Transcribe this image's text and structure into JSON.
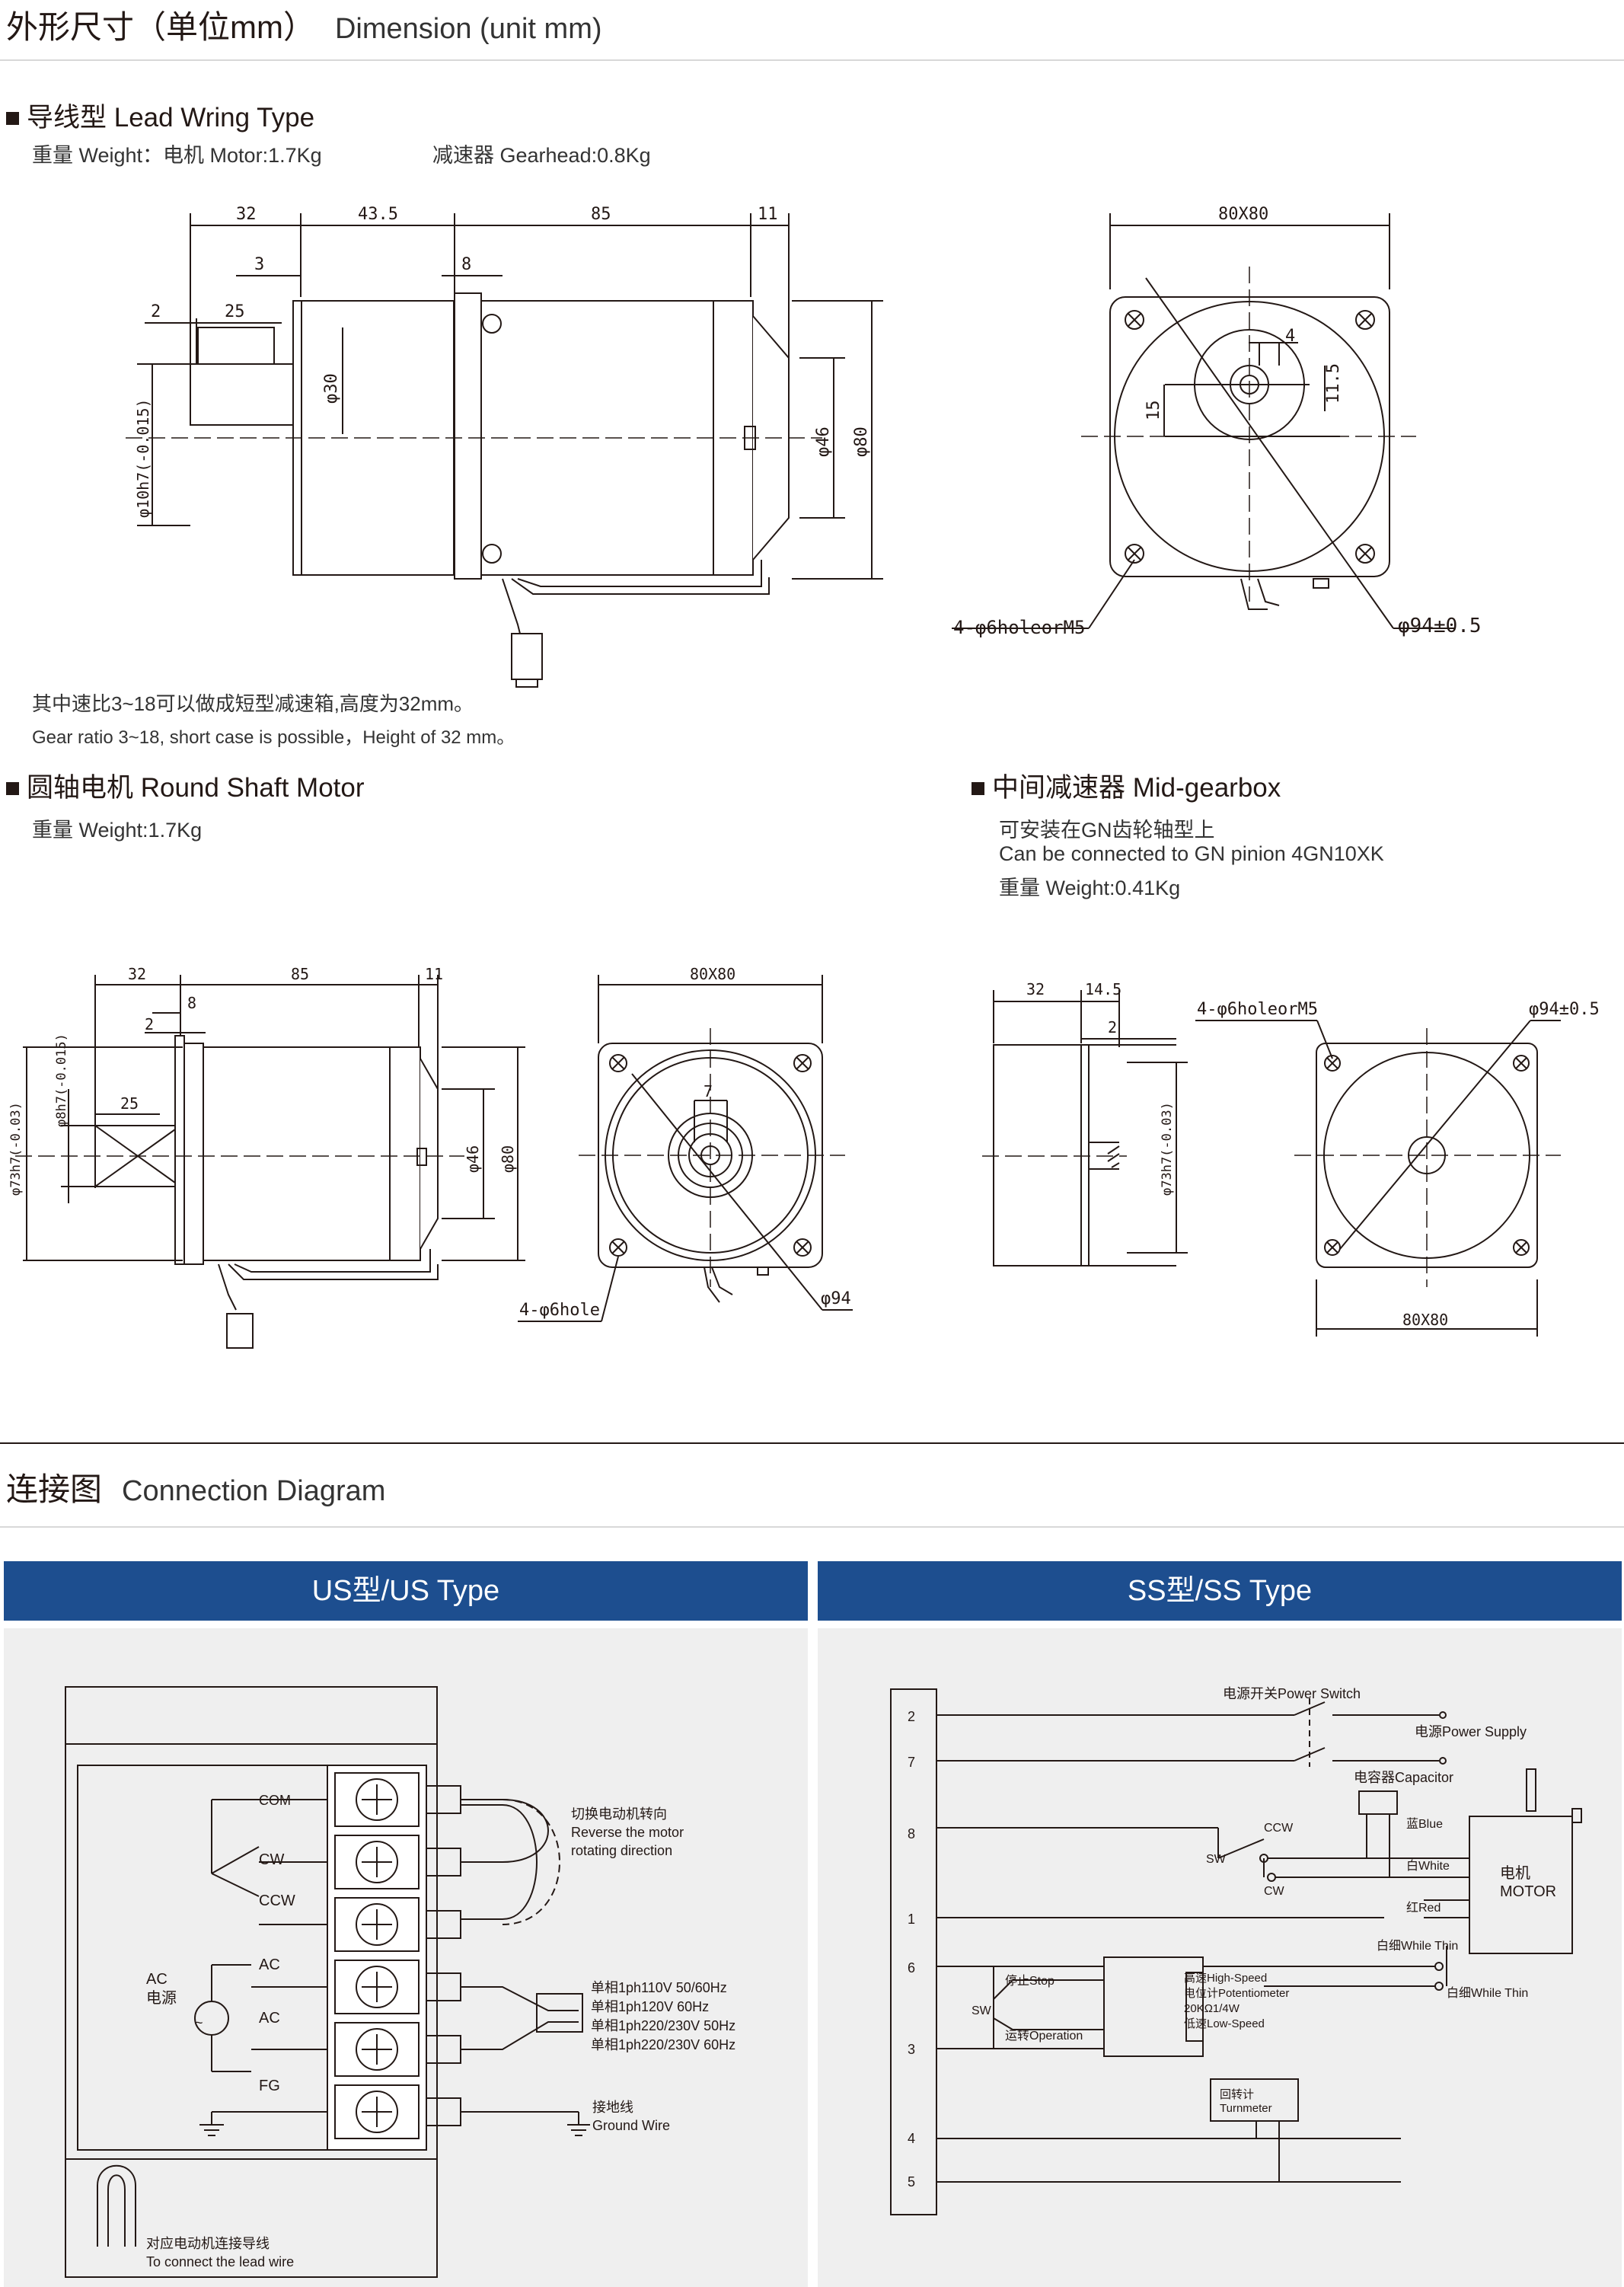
{
  "header": {
    "title_cn": "外形尺寸（单位mm）",
    "title_en": "Dimension (unit mm)"
  },
  "lead_wiring": {
    "title": "导线型 Lead Wring Type",
    "weight_motor": "重量 Weight：电机 Motor:1.7Kg",
    "weight_gear": "减速器 Gearhead:0.8Kg",
    "dims_top": [
      "32",
      "43.5",
      "85",
      "11"
    ],
    "dims_sub": [
      "3",
      "8",
      "2",
      "25"
    ],
    "dim_shaft": "φ10h7(-0.015)",
    "dim_30": "φ30",
    "dim_46": "φ46",
    "dim_80": "φ80",
    "front_size": "80X80",
    "front_4": "4",
    "front_15": "15",
    "front_11_5": "11.5",
    "front_holes": "4-φ6holeorM5",
    "front_dia": "φ94±0.5",
    "note_cn": "其中速比3~18可以做成短型减速箱,高度为32mm。",
    "note_en": "Gear ratio 3~18, short case is possible，Height of 32 mm。"
  },
  "round_shaft": {
    "title": "圆轴电机 Round Shaft Motor",
    "weight": "重量 Weight:1.7Kg",
    "dims_top": [
      "32",
      "85",
      "11"
    ],
    "dims_sub": [
      "8",
      "2",
      "25"
    ],
    "dim_shaft": "φ8h7(-0.015)",
    "dim_flange": "φ73h7(-0.03)",
    "dim_46": "φ46",
    "dim_80": "φ80",
    "front_size": "80X80",
    "front_7": "7",
    "front_holes": "4-φ6hole",
    "front_dia": "φ94"
  },
  "mid_gearbox": {
    "title": "中间减速器 Mid-gearbox",
    "line1": "可安装在GN齿轮轴型上",
    "line2": "Can be connected to GN pinion 4GN10XK",
    "weight": "重量 Weight:0.41Kg",
    "dims_top": [
      "32",
      "14.5"
    ],
    "dim_2": "2",
    "dim_flange": "φ73h7(-0.03)",
    "front_holes": "4-φ6holeorM5",
    "front_dia": "φ94±0.5",
    "front_size": "80X80"
  },
  "connection": {
    "title_cn": "连接图",
    "title_en": "Connection Diagram",
    "us_band": "US型/US Type",
    "ss_band": "SS型/SS Type"
  },
  "us": {
    "com": "COM",
    "cw": "CW",
    "ccw": "CCW",
    "ac_label": "AC",
    "ac_label2": "电源",
    "ac1": "AC",
    "ac2": "AC",
    "tilde": "~",
    "fg": "FG",
    "reverse_cn": "切换电动机转向",
    "reverse_en1": "Reverse the motor",
    "reverse_en2": "rotating direction",
    "power": [
      "单相1ph110V 50/60Hz",
      "单相1ph120V 60Hz",
      "单相1ph220/230V 50Hz",
      "单相1ph220/230V 60Hz"
    ],
    "ground_cn": "接地线",
    "ground_en": "Ground Wire",
    "lead_cn": "对应电动机连接导线",
    "lead_en": "To connect the lead wire"
  },
  "ss": {
    "terminals": [
      "2",
      "7",
      "8",
      "1",
      "6",
      "3",
      "4",
      "5"
    ],
    "power_switch": "电源开关Power Switch",
    "power_supply": "电源Power Supply",
    "capacitor": "电容器Capacitor",
    "ccw": "CCW",
    "cw": "CW",
    "sw": "SW",
    "blue": "蓝Blue",
    "white": "白White",
    "red": "红Red",
    "white_thin1": "白细While Thin",
    "white_thin2": "白细While Thin",
    "motor_cn": "电机",
    "motor_en": "MOTOR",
    "stop": "停止Stop",
    "sw2": "SW",
    "operation": "运转Operation",
    "high": "高速High-Speed",
    "pot": "电位计Potentiometer",
    "pot_val": "20KΩ1/4W",
    "low": "低速Low-Speed",
    "turnmeter_cn": "回转计",
    "turnmeter_en": "Turnmeter"
  }
}
